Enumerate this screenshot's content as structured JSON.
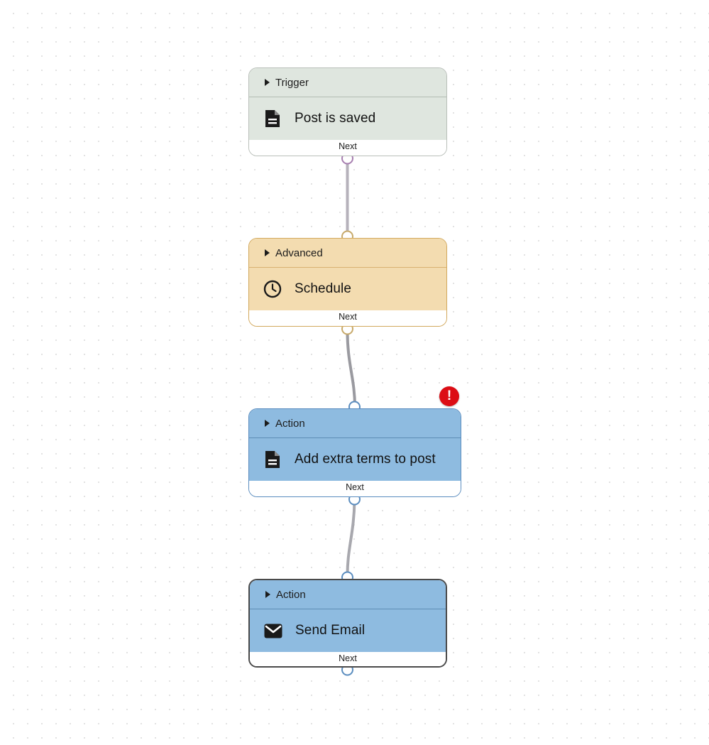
{
  "canvas": {
    "background": "#ffffff",
    "dot_color": "#d8d8d8",
    "dot_spacing": 20
  },
  "nodes": [
    {
      "id": "trigger",
      "header_label": "Trigger",
      "title": "Post is saved",
      "icon": "document-icon",
      "next_label": "Next",
      "header_color": "#dfe6df",
      "border_color": "#b9bfb9",
      "selected": false
    },
    {
      "id": "advanced",
      "header_label": "Advanced",
      "title": "Schedule",
      "icon": "clock-icon",
      "next_label": "Next",
      "header_color": "#f3dcb0",
      "border_color": "#d2a85c",
      "selected": false
    },
    {
      "id": "action-terms",
      "header_label": "Action",
      "title": "Add extra terms to post",
      "icon": "document-icon",
      "next_label": "Next",
      "header_color": "#8ebbe0",
      "border_color": "#5b8dbf",
      "selected": false
    },
    {
      "id": "action-email",
      "header_label": "Action",
      "title": "Send Email",
      "icon": "envelope-icon",
      "next_label": "Next",
      "header_color": "#8ebbe0",
      "border_color": "#4a4a4a",
      "selected": true
    }
  ],
  "badges": [
    {
      "id": "error-badge",
      "icon": "exclamation-icon",
      "glyph": "!",
      "color": "#dc0d15"
    }
  ],
  "connectors": [
    {
      "from": "trigger",
      "to": "advanced",
      "port_color_top": "#a77fb0",
      "port_color_bottom": "#c7a96a",
      "line_color": "#b6b2bb"
    },
    {
      "from": "advanced",
      "to": "action-terms",
      "port_color_top": "#c7a96a",
      "port_color_bottom": "#5b8dbf",
      "line_color": "#9a9aa0"
    },
    {
      "from": "action-terms",
      "to": "action-email",
      "port_color_top": "#5b8dbf",
      "port_color_bottom": "#5b8dbf",
      "line_color": "#a8a8ae"
    }
  ]
}
